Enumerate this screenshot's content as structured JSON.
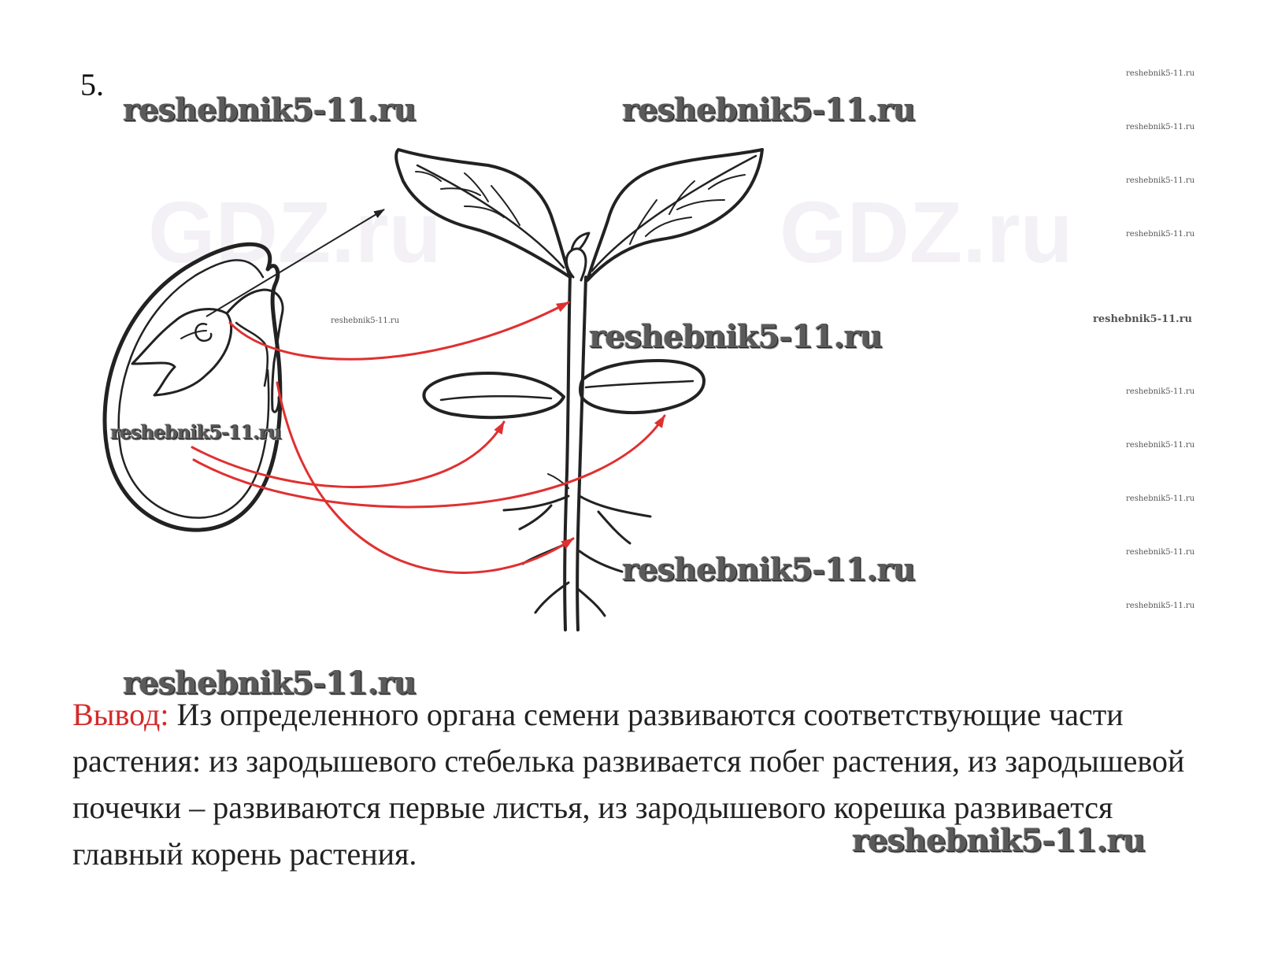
{
  "task": {
    "number": "5."
  },
  "watermarks": {
    "site": "reshebnik5-11.ru",
    "faint": "GDZ.ru"
  },
  "conclusion": {
    "label": "Вывод:",
    "text": " Из определенного органа семени развиваются соответствующие части растения: из зародышевого стебелька развивается побег растения, из зародышевой почечки – развиваются первые листья, из зародышевого корешка развивается главный корень растения."
  },
  "colors": {
    "outline": "#222222",
    "arrow_red": "#e03030",
    "label_red": "#d42a2a"
  }
}
